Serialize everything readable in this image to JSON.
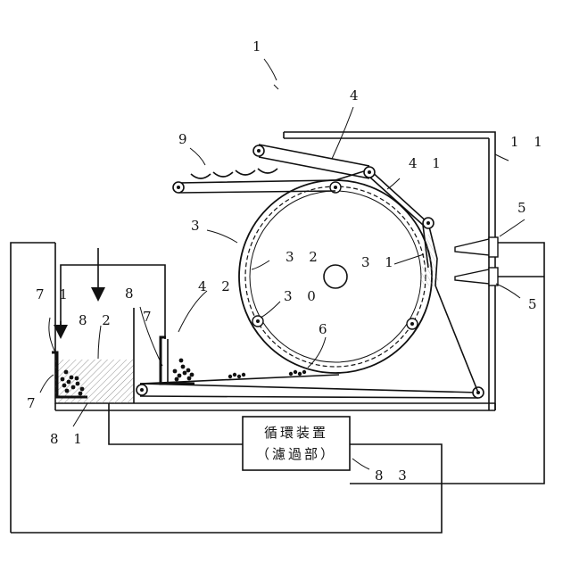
{
  "labels": {
    "l1": "1",
    "l4": "4",
    "l9": "9",
    "l11": "1 1",
    "l41": "4 1",
    "l3": "3",
    "l5a": "5",
    "l32": "3 2",
    "l31": "3 1",
    "l5b": "5",
    "l71": "7 1",
    "l8": "8",
    "l42": "4 2",
    "l82": "8 2",
    "l7a": "7",
    "l30": "3 0",
    "l6": "6",
    "l7b": "7",
    "l81": "8 1",
    "l83": "8 3"
  },
  "box": {
    "line1": "循環装置",
    "line2": "（濾過部）"
  }
}
